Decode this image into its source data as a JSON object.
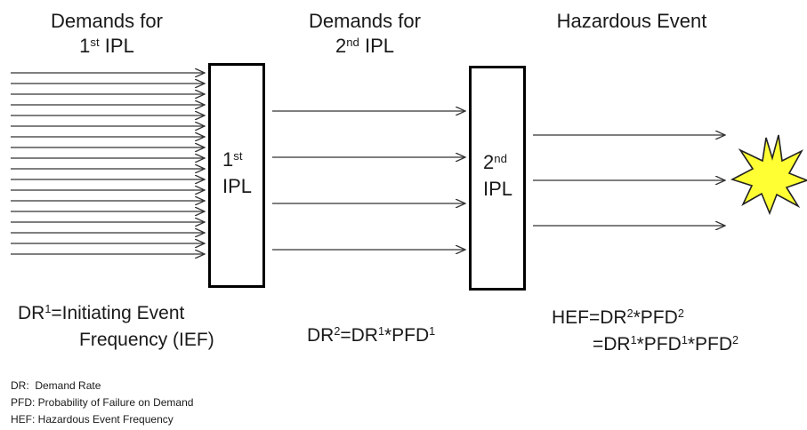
{
  "headers": {
    "demands_1": {
      "line1": "Demands for",
      "base": "1",
      "sup": "st",
      "rest": " IPL"
    },
    "demands_2": {
      "line1": "Demands for",
      "base": "2",
      "sup": "nd",
      "rest": " IPL"
    },
    "hazardous": "Hazardous Event"
  },
  "boxes": {
    "ipl1": {
      "num": "1",
      "sup": "st",
      "label": "IPL"
    },
    "ipl2": {
      "num": "2",
      "sup": "nd",
      "label": "IPL"
    }
  },
  "formulas": {
    "dr1": {
      "a": "DR",
      "a_sup": "1",
      "b": "=Initiating Event",
      "line2": "Frequency (IEF)"
    },
    "dr2": {
      "a": "DR",
      "a_sup": "2",
      "b": "=DR",
      "b_sup": "1",
      "c": "*PFD",
      "c_sup": "1"
    },
    "hef": {
      "l1_a": "HEF=DR",
      "l1_a_sup": "2",
      "l1_b": "*PFD",
      "l1_b_sup": "2",
      "l2_a": "=DR",
      "l2_a_sup": "1",
      "l2_b": "*PFD",
      "l2_b_sup": "1",
      "l2_c": "*PFD",
      "l2_c_sup": "2"
    }
  },
  "legend": [
    "DR:  Demand Rate",
    "PFD: Probability of Failure on Demand",
    "HEF: Hazardous Event Frequency"
  ],
  "colors": {
    "line": "#000000",
    "arrow": "#333333",
    "burst_fill": "#ffff33",
    "burst_stroke": "#222222"
  },
  "icons": {
    "burst": "explosion-icon"
  }
}
